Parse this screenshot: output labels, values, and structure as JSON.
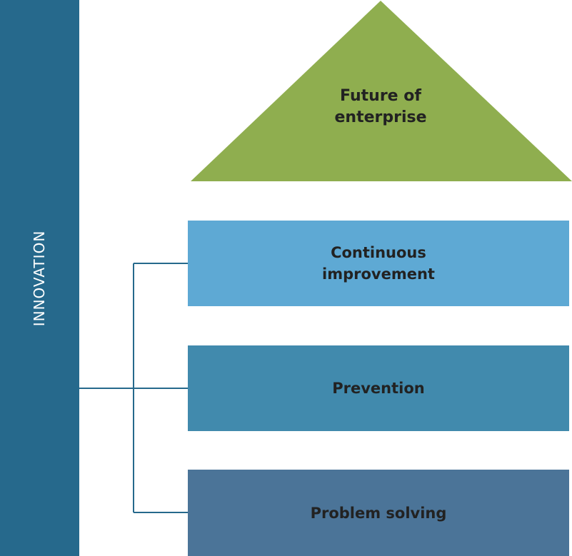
{
  "sidebar": {
    "label": "INNOVATION"
  },
  "roof": {
    "label_line1": "Future of",
    "label_line2": "enterprise"
  },
  "blocks": [
    {
      "label_line1": "Continuous",
      "label_line2": "improvement"
    },
    {
      "label": "Prevention"
    },
    {
      "label": "Problem solving"
    }
  ],
  "colors": {
    "innovation_bar": "#26698c",
    "roof": "#8fae4f",
    "continuous_improvement": "#5ea9d4",
    "prevention": "#418aad",
    "problem_solving": "#4b7498",
    "connector": "#26698c"
  }
}
